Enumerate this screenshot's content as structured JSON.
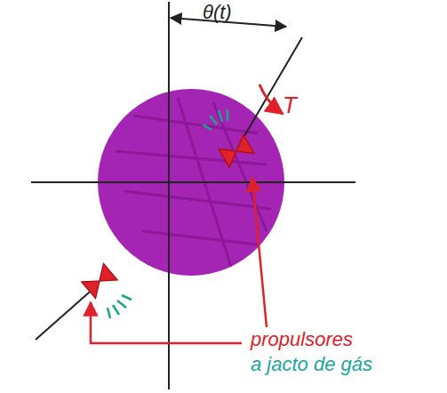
{
  "diagram": {
    "labels": [
      "θ(t)",
      "T",
      "propulsores",
      "a jacto de gás"
    ]
  }
}
